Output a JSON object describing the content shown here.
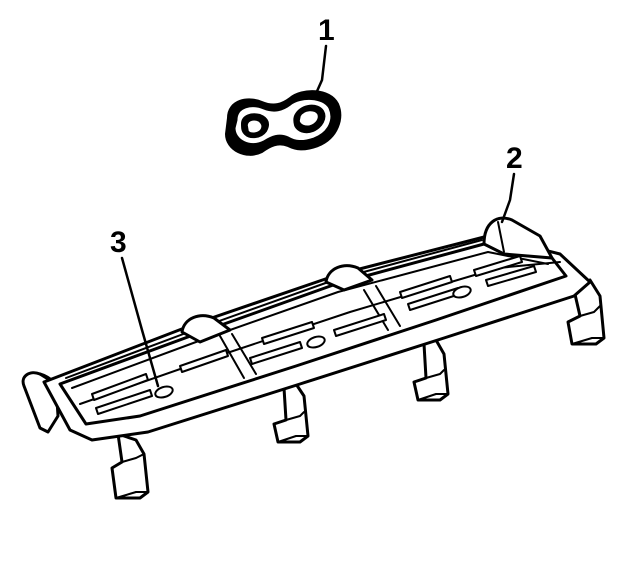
{
  "callouts": [
    {
      "id": "1",
      "text": "1"
    },
    {
      "id": "2",
      "text": "2"
    },
    {
      "id": "3",
      "text": "3"
    }
  ],
  "colors": {
    "ink": "#000000",
    "paper": "#ffffff"
  }
}
